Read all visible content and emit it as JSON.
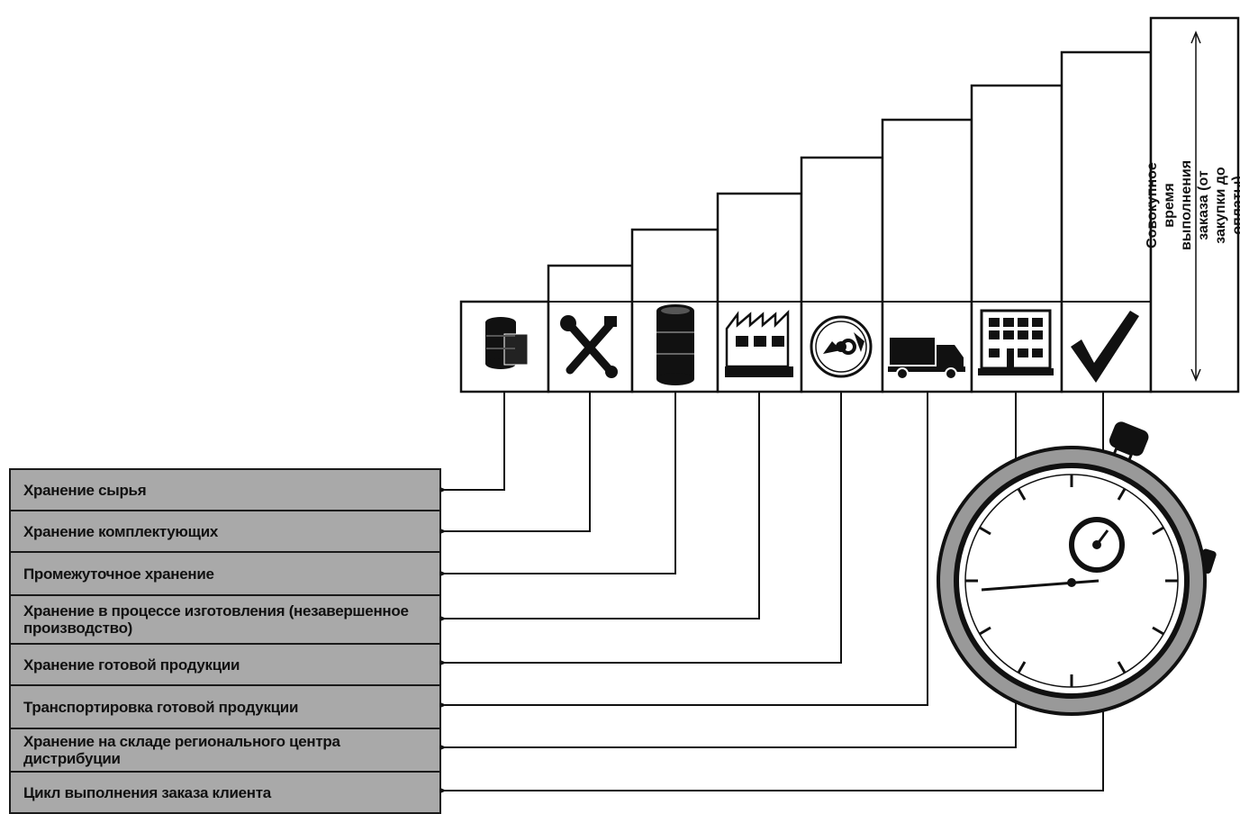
{
  "diagram": {
    "stages": [
      {
        "label": "Хранение сырья",
        "icon": "raw-material-stack-icon"
      },
      {
        "label": "Хранение комплектующих",
        "icon": "tools-icon"
      },
      {
        "label": "Промежуточное хранение",
        "icon": "barrel-icon"
      },
      {
        "label": "Хранение в процессе изготовления (незавершенное производство)",
        "icon": "factory-icon"
      },
      {
        "label": "Хранение готовой продукции",
        "icon": "disc-product-icon"
      },
      {
        "label": "Транспортировка готовой продукции",
        "icon": "truck-icon"
      },
      {
        "label": "Хранение на складе регионального центра дистрибуции",
        "icon": "warehouse-icon"
      },
      {
        "label": "Цикл выполнения заказа клиента",
        "icon": "checkmark-icon"
      }
    ],
    "total_time_label": "Совокупное время выполнения заказа (от закупки до оплаты)",
    "stopwatch_icon": "stopwatch-icon"
  }
}
